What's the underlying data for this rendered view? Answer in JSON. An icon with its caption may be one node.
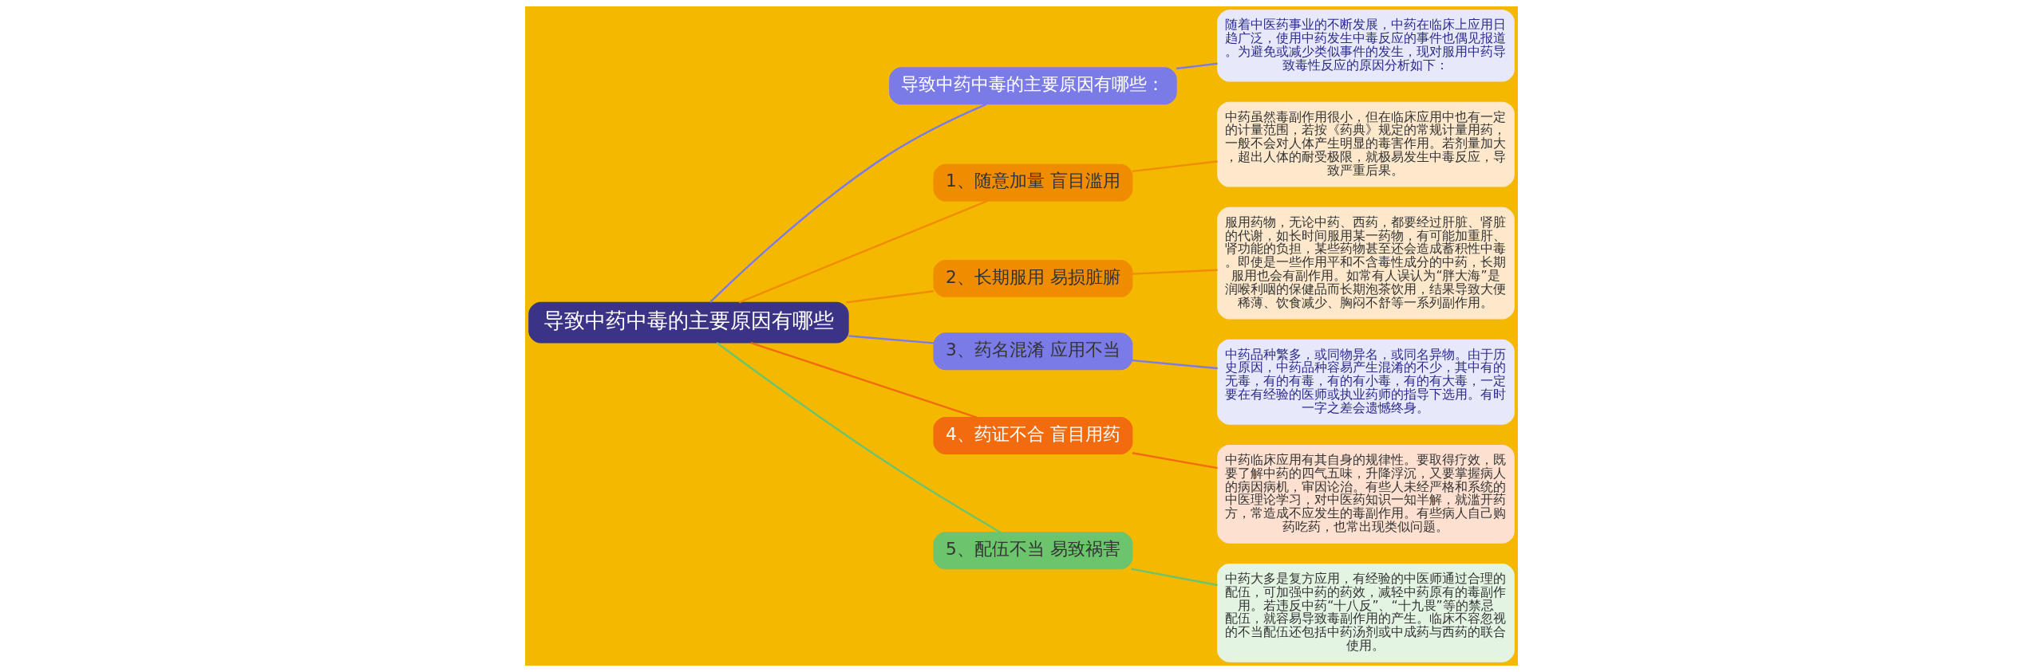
{
  "diagram": {
    "nodes": [
      {
        "text": [
          "导致中药中毒的主要原因有哪些"
        ]
      },
      {
        "text": [
          "导致中药中毒的主要原因有哪些："
        ]
      },
      {
        "text": [
          "随着中医药事业的不断发展，中药在临床上应用日趋广泛，使用中药发生中毒反应的事件也偶见报道。为避免或减少类似事件的发生，现对服用中药导致毒性反应的原因分析如下："
        ]
      },
      {
        "text": [
          "1、随意加量 盲目滥用"
        ]
      },
      {
        "text": [
          "中药虽然毒副作用很小，但在临床应用中也有一定的计量范围，若按《药典》规定的常规计量用药，一般不会对人体产生明显的毒害作用。若剂量加大，超出人体的耐受极限，就极易发生中毒反应，导致严重后果。"
        ]
      },
      {
        "text": [
          "2、长期服用 易损脏腑"
        ]
      },
      {
        "text": [
          "服用药物，无论中药、西药，都要经过肝脏、肾脏的代谢，如长时间服用某一药物，有可能加重肝、肾功能的负担，某些药物甚至还会造成蓄积性中毒。即使是一些作用平和不含毒性成分的中药，长期服用也会有副作用。如常有人误认为“胖大海”是润喉利咽的保健品而长期泡茶饮用，结果导致大便稀薄、饮食减少、胸闷不舒等一系列副作用。"
        ]
      },
      {
        "text": [
          "3、药名混淆 应用不当"
        ]
      },
      {
        "text": [
          "中药品种繁多，或同物异名，或同名异物。由于历史原因，中药品种容易产生混淆的不少，其中有的无毒，有的有毒，有的有小毒，有的有大毒，一定要在有经验的医师或执业药师的指导下选用。有时一字之差会遗憾终身。"
        ]
      },
      {
        "text": [
          "4、药证不合 盲目用药"
        ]
      },
      {
        "text": [
          "中药临床应用有其自身的规律性。要取得疗效，既要了解中药的四气五味，升降浮沉，又要掌握病人的病因病机，审因论治。有些人未经严格和系统的中医理论学习，对中医药知识一知半解，就滥开药方，常造成不应发生的毒副作用。有些病人自己购药吃药，也常出现类似问题。"
        ]
      },
      {
        "text": [
          "5、配伍不当 易致祸害"
        ]
      },
      {
        "text": [
          "中药大多是复方应用，有经验的中医师通过合理的配伍，可加强中药的药效，减轻中药原有的毒副作用。若违反中药“十八反”、“十九畏”等的禁忌配伍，就容易导致毒副作用的产生。临床不容忽视的不当配伍还包括中药汤剂或中成药与西药的联合使用。"
        ]
      }
    ],
    "edges": [
      {
        "from": 0,
        "to": 1,
        "arrow": "none",
        "color": "#7b7be8"
      },
      {
        "from": 1,
        "to": 2,
        "arrow": "none",
        "color": "#7b7be8"
      },
      {
        "from": 0,
        "to": 3,
        "arrow": "none",
        "color": "#f08c00"
      },
      {
        "from": 3,
        "to": 4,
        "arrow": "none",
        "color": "#f08c00"
      },
      {
        "from": 0,
        "to": 5,
        "arrow": "none",
        "color": "#f08c00"
      },
      {
        "from": 5,
        "to": 6,
        "arrow": "none",
        "color": "#f08c00"
      },
      {
        "from": 0,
        "to": 7,
        "arrow": "none",
        "color": "#7b7be8"
      },
      {
        "from": 7,
        "to": 8,
        "arrow": "none",
        "color": "#7b7be8"
      },
      {
        "from": 0,
        "to": 9,
        "arrow": "none",
        "color": "#f26b0f"
      },
      {
        "from": 9,
        "to": 10,
        "arrow": "none",
        "color": "#f26b0f"
      },
      {
        "from": 0,
        "to": 11,
        "arrow": "none",
        "color": "#6cc46c"
      },
      {
        "from": 11,
        "to": 12,
        "arrow": "none",
        "color": "#6cc46c"
      }
    ]
  }
}
